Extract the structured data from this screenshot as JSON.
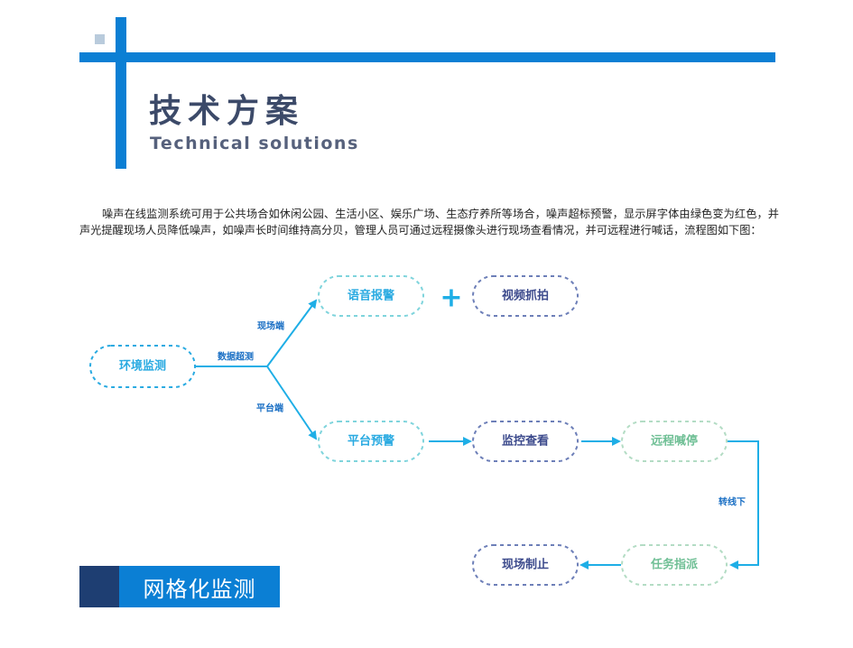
{
  "header": {
    "title": "技术方案",
    "subtitle": "Technical solutions"
  },
  "intro": "噪声在线监测系统可用于公共场合如休闲公园、生活小区、娱乐广场、生态疗养所等场合，噪声超标预警，显示屏字体由绿色变为红色，并声光提醒现场人员降低噪声，如噪声长时间维持高分贝，管理人员可通过远程摄像头进行现场查看情况，并可远程进行喊话，流程图如下图：",
  "flow": {
    "nodes": [
      {
        "id": "env",
        "label": "环境监测",
        "color": "#29aae1"
      },
      {
        "id": "voice",
        "label": "语音报警",
        "color": "#7fd4dc"
      },
      {
        "id": "video",
        "label": "视频抓拍",
        "color": "#6d7fb8"
      },
      {
        "id": "platform",
        "label": "平台预警",
        "color": "#7fd4dc"
      },
      {
        "id": "monitor",
        "label": "监控查看",
        "color": "#6d7fb8"
      },
      {
        "id": "remote",
        "label": "远程喊停",
        "color": "#b3dcc4"
      },
      {
        "id": "task",
        "label": "任务指派",
        "color": "#b3dcc4"
      },
      {
        "id": "onsite",
        "label": "现场制止",
        "color": "#6d7fb8"
      }
    ],
    "plus": "+",
    "edge_labels": {
      "exceed": "数据超测",
      "site": "现场端",
      "platform": "平台端",
      "transfer": "转线下"
    },
    "colors": {
      "arrow": "#1eaee6",
      "label_dark": "#3c4a8c"
    }
  },
  "footer": {
    "label": "网格化监测"
  }
}
